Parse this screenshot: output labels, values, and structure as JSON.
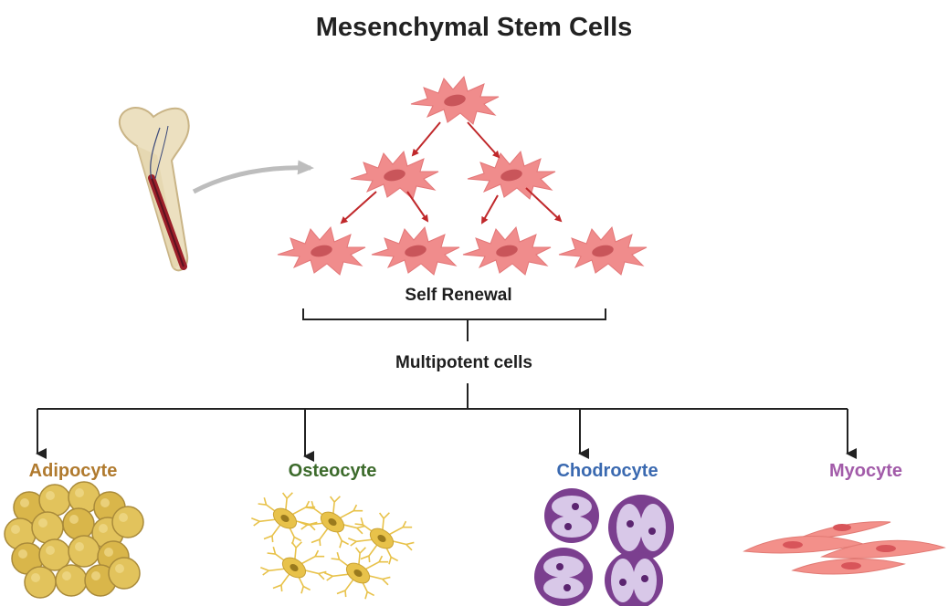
{
  "title": "Mesenchymal Stem Cells",
  "self_renewal_label": "Self Renewal",
  "multipotent_label": "Multipotent cells",
  "cell_types": [
    {
      "label": "Adipocyte",
      "color": "#b07a2e"
    },
    {
      "label": "Osteocyte",
      "color": "#3d6b2c"
    },
    {
      "label": "Chodrocyte",
      "color": "#3a69b0"
    },
    {
      "label": "Myocyte",
      "color": "#a25ba9"
    }
  ],
  "colors": {
    "stem_cell_fill": "#f08c8c",
    "stem_cell_nucleus": "#c9555a",
    "arrow_red": "#c0282b",
    "connector": "#222222",
    "fat_cell": "#e2c35c",
    "osteocyte_cell": "#e8c24a",
    "chondrocyte_cell": "#7b3f8f",
    "myocyte_cell": "#f3908a"
  }
}
